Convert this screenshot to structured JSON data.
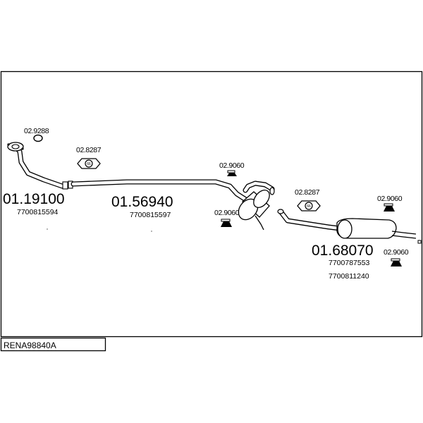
{
  "frame": {
    "reference": "RENA98840A"
  },
  "parts": [
    {
      "number": "01.19100",
      "oem": [
        "7700815594"
      ]
    },
    {
      "number": "01.56940",
      "oem": [
        "7700815597"
      ]
    },
    {
      "number": "01.68070",
      "oem": [
        "7700787553",
        "7700811240"
      ]
    }
  ],
  "accessories": [
    {
      "code": "02.9288",
      "icon": "gasket-ring-icon"
    },
    {
      "code": "02.8287",
      "icon": "rubber-hanger-icon"
    },
    {
      "code": "02.9060",
      "icon": "clamp-icon"
    },
    {
      "code": "02.9060",
      "icon": "clamp-icon"
    },
    {
      "code": "02.8287",
      "icon": "rubber-hanger-icon"
    },
    {
      "code": "02.9060",
      "icon": "clamp-icon"
    },
    {
      "code": "02.9060",
      "icon": "clamp-icon"
    }
  ]
}
